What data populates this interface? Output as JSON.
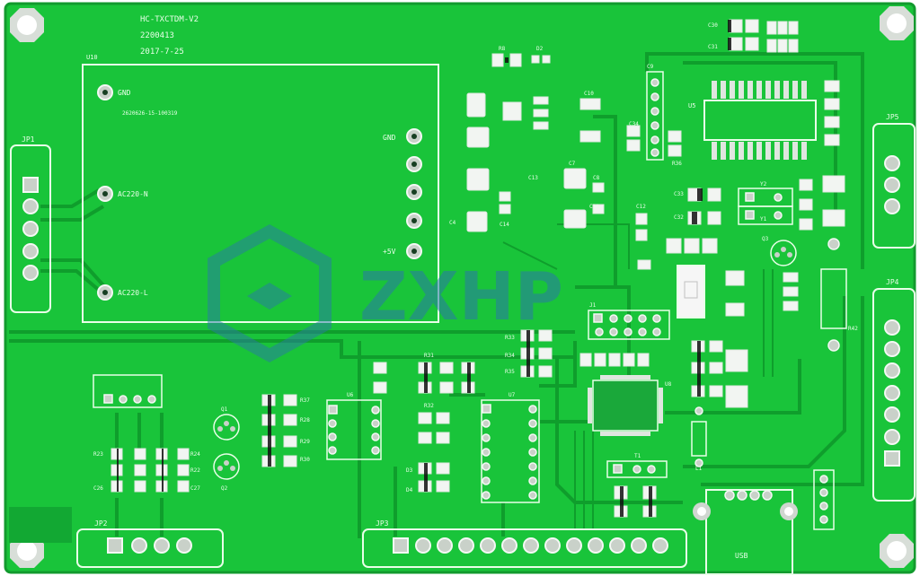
{
  "board": {
    "title_lines": [
      "HC-TXCTDM-V2",
      "2200413",
      "2017-7-25"
    ],
    "module_label": "U10",
    "module_part": "2620626-15-100319",
    "module_pins": [
      "GND",
      "AC220-N",
      "AC220-L",
      "GND",
      "+5V"
    ],
    "watermark": "ZXHP",
    "colors": {
      "solder_mask": "#19c43a",
      "trace": "#0f9e2c",
      "silkscreen": "#e8ffe8",
      "watermark": "#2a78a8"
    }
  },
  "connectors": {
    "jp1": "JP1",
    "jp2": "JP2",
    "jp3": "JP3",
    "jp4": "JP4",
    "jp5": "JP5",
    "usb": "USB"
  },
  "ics": {
    "u5": "U5",
    "u8": "U8",
    "u6": "U6",
    "u7": "U7",
    "y1": "Y1",
    "y2": "Y2",
    "j1": "J1",
    "l1": "L1",
    "r42": "R42"
  },
  "parts": {
    "r8": "R8",
    "d2": "D2",
    "c10": "C10",
    "c7": "C7",
    "c8": "C8",
    "c9": "C9",
    "c13": "C13",
    "c11": "C11",
    "c12": "C12",
    "c14": "C14",
    "c4": "C4",
    "c30": "C30",
    "c31": "C31",
    "c32": "C32",
    "c33": "C33",
    "c34": "C34",
    "r36": "R36",
    "r37": "R37",
    "r28": "R28",
    "r29": "R29",
    "r30": "R30",
    "r31": "R31",
    "r32": "R32",
    "r33": "R33",
    "r34": "R34",
    "r35": "R35",
    "r24": "R24",
    "r22": "R22",
    "r23": "R23",
    "c27": "C27",
    "c26": "C26",
    "d3": "D3",
    "d4": "D4",
    "q1": "Q1",
    "q2": "Q2",
    "q3": "Q3",
    "t1": "T1"
  }
}
